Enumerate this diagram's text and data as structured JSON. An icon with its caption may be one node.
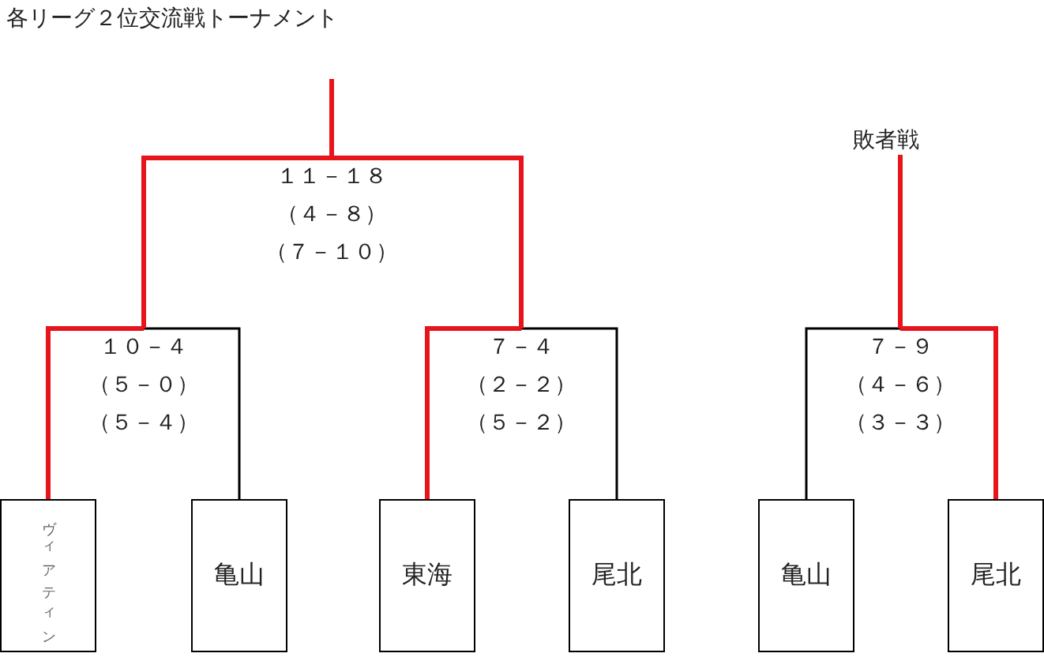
{
  "diagram": {
    "title": "各リーグ２位交流戦トーナメント",
    "nodes": [
      {
        "text": [
          "敗者戦"
        ]
      },
      {
        "text": [
          "１１－１８",
          "（４－８）",
          "（７－１０）"
        ]
      },
      {
        "text": [
          "１０－４",
          "（５－０）",
          "（５－４）"
        ]
      },
      {
        "text": [
          "７－４",
          "（２－２）",
          "（５－２）"
        ]
      },
      {
        "text": [
          "７－９",
          "（４－６）",
          "（３－３）"
        ]
      },
      {
        "text": [
          "ヴィアティン"
        ]
      },
      {
        "text": [
          "亀山"
        ]
      },
      {
        "text": [
          "東海"
        ]
      },
      {
        "text": [
          "尾北"
        ]
      },
      {
        "text": [
          "亀山"
        ]
      },
      {
        "text": [
          "尾北"
        ]
      }
    ],
    "edges": [
      {
        "from": 5,
        "to": 2,
        "arrow": "none"
      },
      {
        "from": 6,
        "to": 2,
        "arrow": "none",
        "color": "#000000"
      },
      {
        "from": 7,
        "to": 3,
        "arrow": "none"
      },
      {
        "from": 8,
        "to": 3,
        "arrow": "none",
        "color": "#000000"
      },
      {
        "from": 9,
        "to": 4,
        "arrow": "none",
        "color": "#000000"
      },
      {
        "from": 10,
        "to": 4,
        "arrow": "none"
      },
      {
        "from": 2,
        "to": 1,
        "arrow": "none"
      },
      {
        "from": 3,
        "to": 1,
        "arrow": "none"
      },
      {
        "from": 1,
        "to": null,
        "arrow": "none"
      },
      {
        "from": 4,
        "to": 0,
        "arrow": "none"
      }
    ]
  }
}
